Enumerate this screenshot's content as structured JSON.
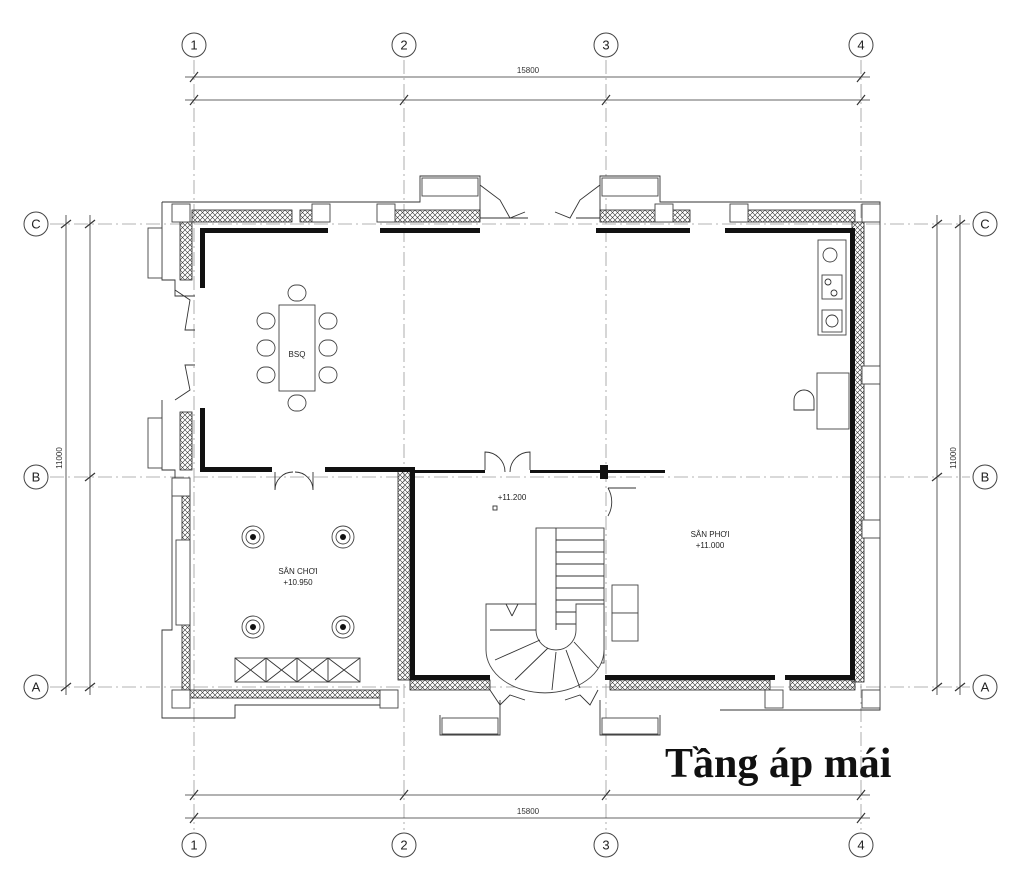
{
  "title": "Tầng áp mái",
  "grid_axes": {
    "columns": [
      "1",
      "2",
      "3",
      "4"
    ],
    "rows": [
      "C",
      "B",
      "A"
    ]
  },
  "dimensions": {
    "overall_width_top": "15800",
    "overall_width_bottom": "15800",
    "overall_depth_left": "11000",
    "overall_depth_right": "11000"
  },
  "rooms": {
    "bbq": {
      "name": "BSQ"
    },
    "play_area": {
      "name": "SÂN CHƠI",
      "level": "+10.950"
    },
    "drying_yard": {
      "name": "SÂN PHƠI",
      "level": "+11.000"
    },
    "stair_landing": {
      "level": "+11.200"
    }
  }
}
